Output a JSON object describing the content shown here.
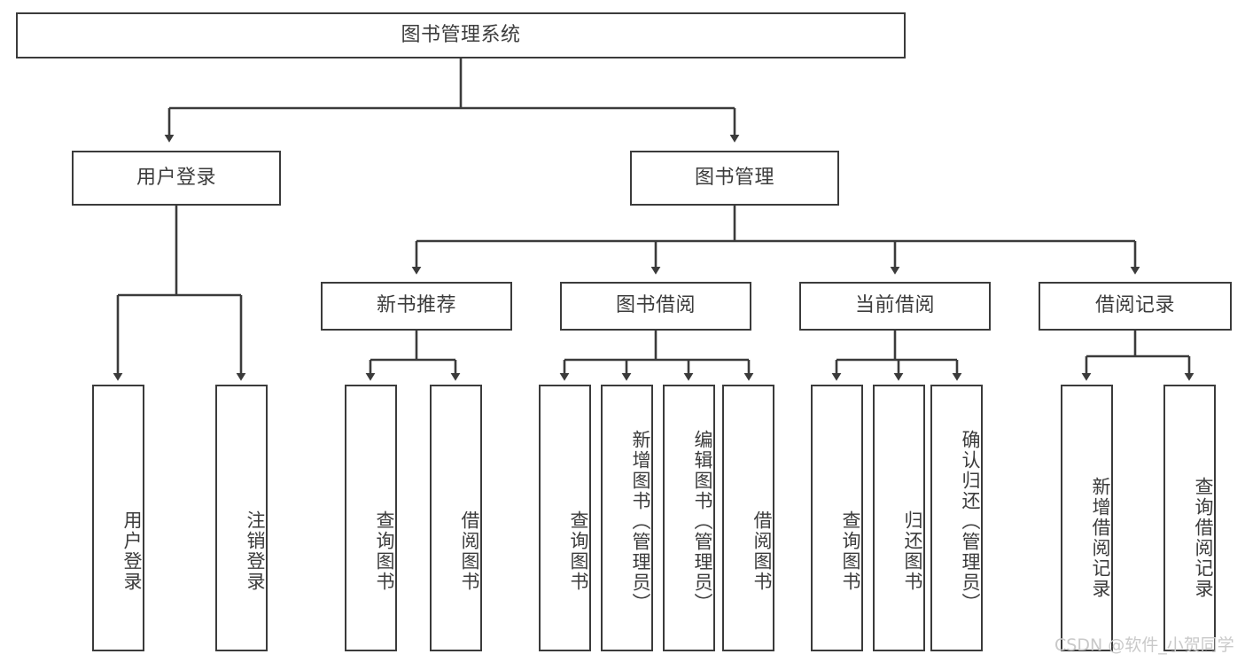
{
  "diagram": {
    "type": "tree-structure-chart",
    "title": "图书管理系统",
    "stroke_color": "#3b3b3b",
    "text_color": "#3c3c3c",
    "background": "#ffffff",
    "watermark": "CSDN @软件_小贺同学",
    "levels": [
      {
        "level": 1,
        "nodes": [
          {
            "id": "root",
            "label": "图书管理系统"
          }
        ]
      },
      {
        "level": 2,
        "nodes": [
          {
            "id": "user-login",
            "label": "用户登录",
            "parent": "root"
          },
          {
            "id": "book-manage",
            "label": "图书管理",
            "parent": "root"
          }
        ]
      },
      {
        "level": 3,
        "nodes": [
          {
            "id": "new-book-rec",
            "label": "新书推荐",
            "parent": "book-manage"
          },
          {
            "id": "book-borrow",
            "label": "图书借阅",
            "parent": "book-manage"
          },
          {
            "id": "current-borrow",
            "label": "当前借阅",
            "parent": "book-manage"
          },
          {
            "id": "borrow-record",
            "label": "借阅记录",
            "parent": "book-manage"
          }
        ]
      },
      {
        "level": 4,
        "nodes": [
          {
            "id": "leaf-user-login",
            "label": "用户登录",
            "parent": "user-login"
          },
          {
            "id": "leaf-user-logout",
            "label": "注销登录",
            "parent": "user-login"
          },
          {
            "id": "leaf-query-book-1",
            "label": "查询图书",
            "parent": "new-book-rec"
          },
          {
            "id": "leaf-borrow-book-1",
            "label": "借阅图书",
            "parent": "new-book-rec"
          },
          {
            "id": "leaf-query-book-2",
            "label": "查询图书",
            "parent": "book-borrow"
          },
          {
            "id": "leaf-add-book",
            "label": "新增图书（管理员）",
            "parent": "book-borrow"
          },
          {
            "id": "leaf-edit-book",
            "label": "编辑图书（管理员）",
            "parent": "book-borrow"
          },
          {
            "id": "leaf-borrow-book-2",
            "label": "借阅图书",
            "parent": "book-borrow"
          },
          {
            "id": "leaf-query-book-3",
            "label": "查询图书",
            "parent": "current-borrow"
          },
          {
            "id": "leaf-return-book",
            "label": "归还图书",
            "parent": "current-borrow"
          },
          {
            "id": "leaf-confirm-return",
            "label": "确认归还（管理员）",
            "parent": "current-borrow"
          },
          {
            "id": "leaf-add-record",
            "label": "新增借阅记录",
            "parent": "borrow-record"
          },
          {
            "id": "leaf-query-record",
            "label": "查询借阅记录",
            "parent": "borrow-record"
          }
        ]
      }
    ]
  }
}
